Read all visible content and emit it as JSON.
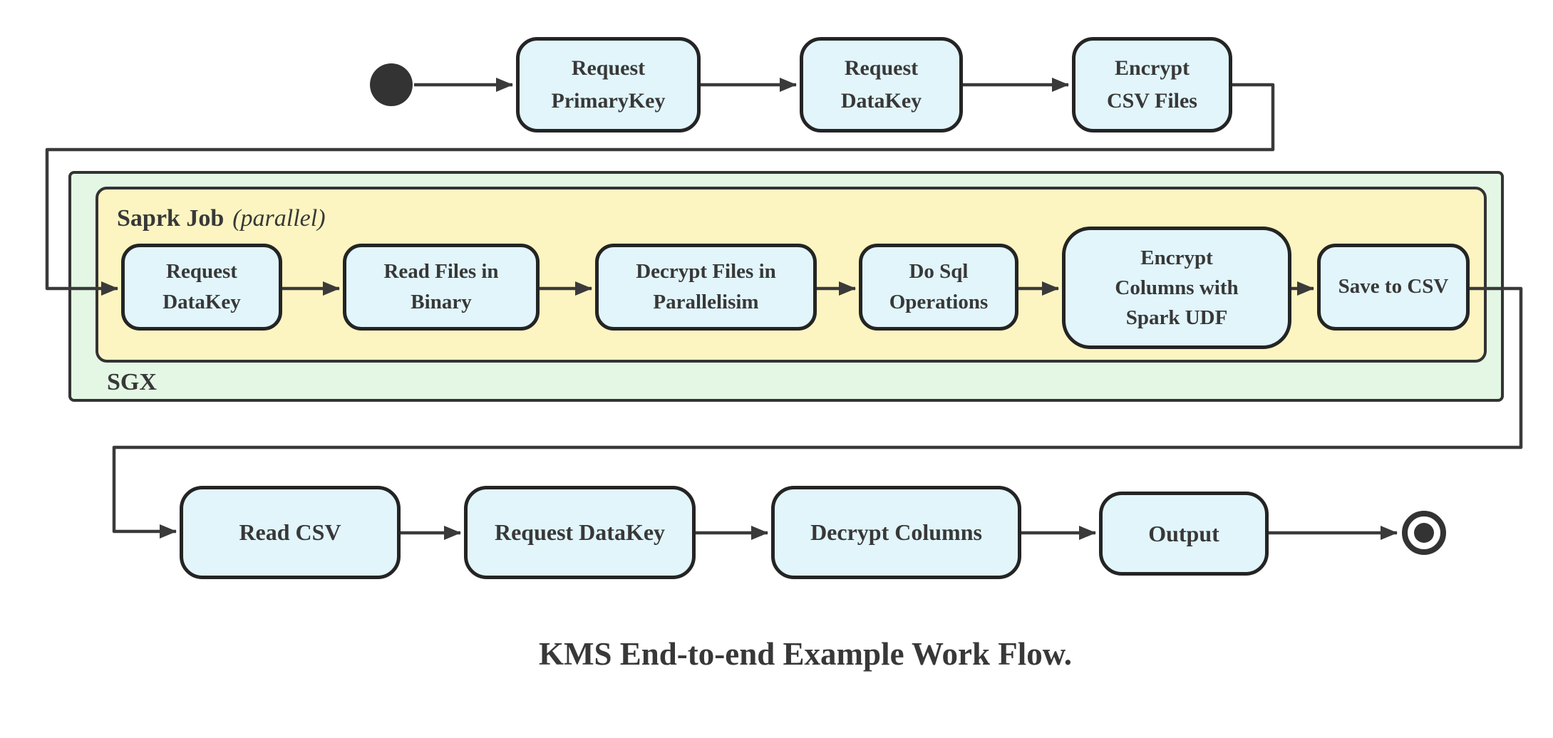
{
  "diagram": {
    "caption": "KMS End-to-end Example Work Flow.",
    "containers": {
      "sgx": {
        "label": "SGX"
      },
      "spark": {
        "label": "Saprk Job",
        "qualifier": "(parallel)"
      }
    },
    "nodes": {
      "start": {
        "type": "initial-node"
      },
      "t1": {
        "label": "Request\nPrimaryKey"
      },
      "t2": {
        "label": "Request\nDataKey"
      },
      "t3": {
        "label": "Encrypt\nCSV Files"
      },
      "m1": {
        "label": "Request\nDataKey"
      },
      "m2": {
        "label": "Read Files in\nBinary"
      },
      "m3": {
        "label": "Decrypt Files in\nParallelisim"
      },
      "m4": {
        "label": "Do Sql\nOperations"
      },
      "m5": {
        "label": "Encrypt\nColumns with\nSpark UDF"
      },
      "m6": {
        "label": "Save to CSV"
      },
      "b1": {
        "label": "Read CSV"
      },
      "b2": {
        "label": "Request DataKey"
      },
      "b3": {
        "label": "Decrypt Columns"
      },
      "b4": {
        "label": "Output"
      },
      "end": {
        "type": "final-node"
      }
    },
    "colors": {
      "node_fill": "#e1f5fb",
      "node_border": "#242424",
      "sgx_fill": "#e4f7e5",
      "spark_fill": "#fcf5c1",
      "line": "#3a3a3a",
      "text": "#383838"
    }
  }
}
